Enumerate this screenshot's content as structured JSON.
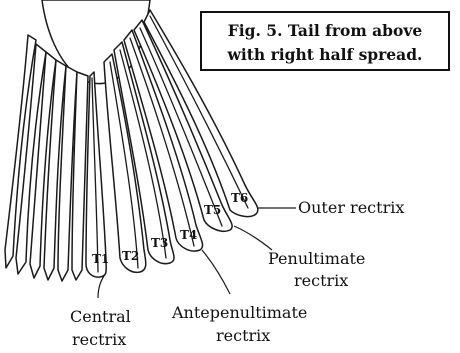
{
  "caption": {
    "line1": "Fig. 5. Tail from above",
    "line2": "with right half spread."
  },
  "feather_labels": [
    "T1",
    "T2",
    "T3",
    "T4",
    "T5",
    "T6"
  ],
  "callouts": {
    "outer": "Outer rectrix",
    "penultimate_line1": "Penultimate",
    "penultimate_line2": "rectrix",
    "antepenultimate_line1": "Antepenultimate",
    "antepenultimate_line2": "rectrix",
    "central_line1": "Central",
    "central_line2": "rectrix"
  }
}
